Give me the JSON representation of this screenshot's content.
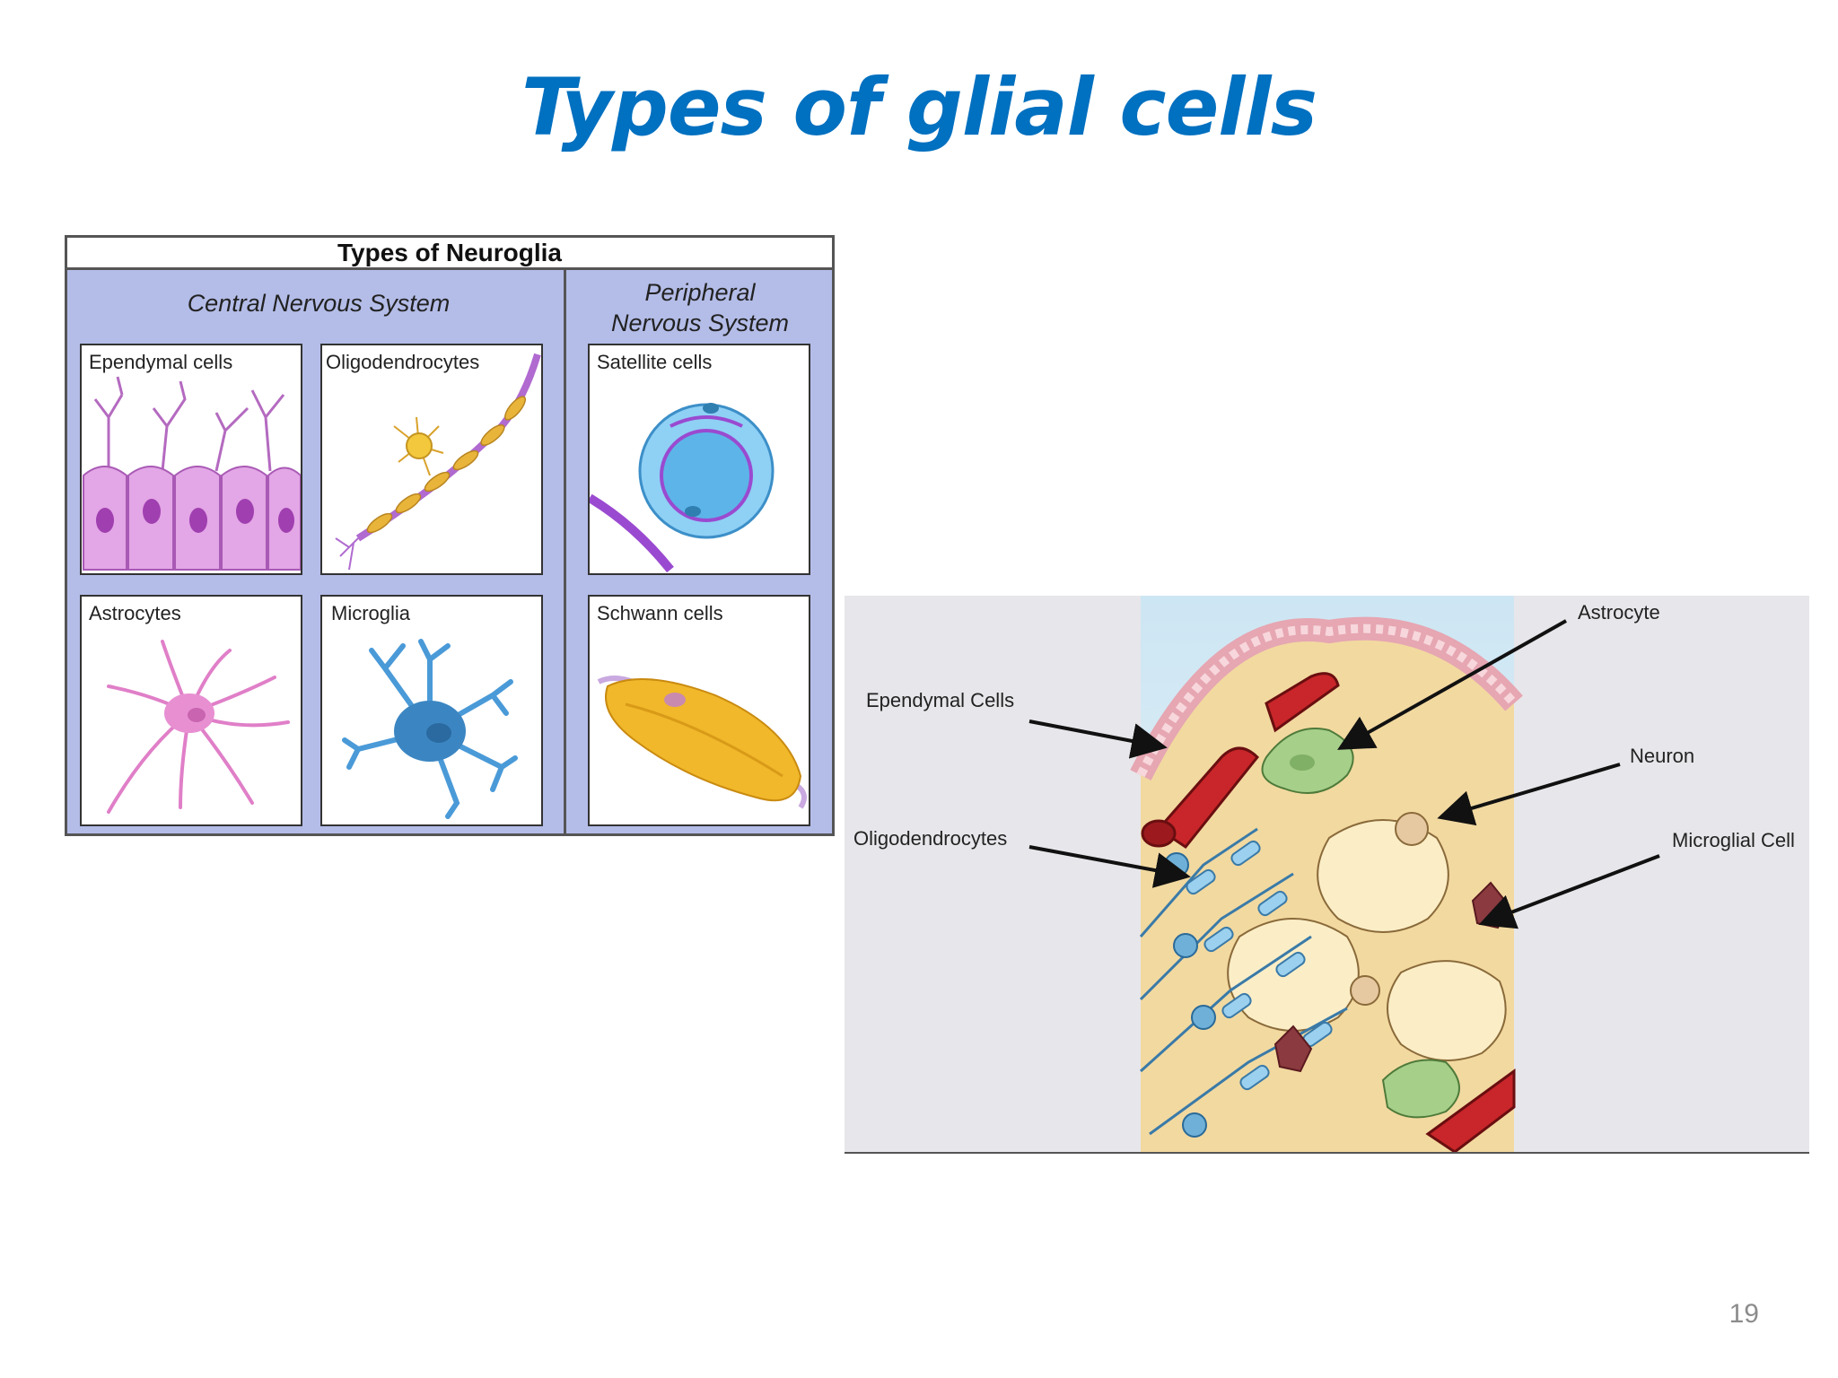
{
  "slide": {
    "title": "Types of glial cells",
    "page_number": "19"
  },
  "neuroglia_figure": {
    "header": "Types of Neuroglia",
    "cns_label": "Central Nervous System",
    "pns_label_line1": "Peripheral",
    "pns_label_line2": "Nervous System",
    "panels": [
      {
        "label": "Ependymal cells",
        "color": "#d98ee0"
      },
      {
        "label": "Oligodendrocytes",
        "color": "#f0c23a"
      },
      {
        "label": "Satellite cells",
        "color": "#7ec7f0"
      },
      {
        "label": "Astrocytes",
        "color": "#e07fc8"
      },
      {
        "label": "Microglia",
        "color": "#3f8cc8"
      },
      {
        "label": "Schwann cells",
        "color": "#f0b82a"
      }
    ]
  },
  "schematic": {
    "labels": {
      "ependymal": "Ependymal Cells",
      "oligodendrocytes": "Oligodendrocytes",
      "astrocyte": "Astrocyte",
      "neuron": "Neuron",
      "microglial": "Microglial Cell"
    },
    "colors": {
      "tissue": "#f2d9a0",
      "vessel": "#c8262a",
      "astrocyte": "#a6cf8a",
      "oligo": "#6fb0d8",
      "microglia": "#8b3a3f"
    }
  }
}
